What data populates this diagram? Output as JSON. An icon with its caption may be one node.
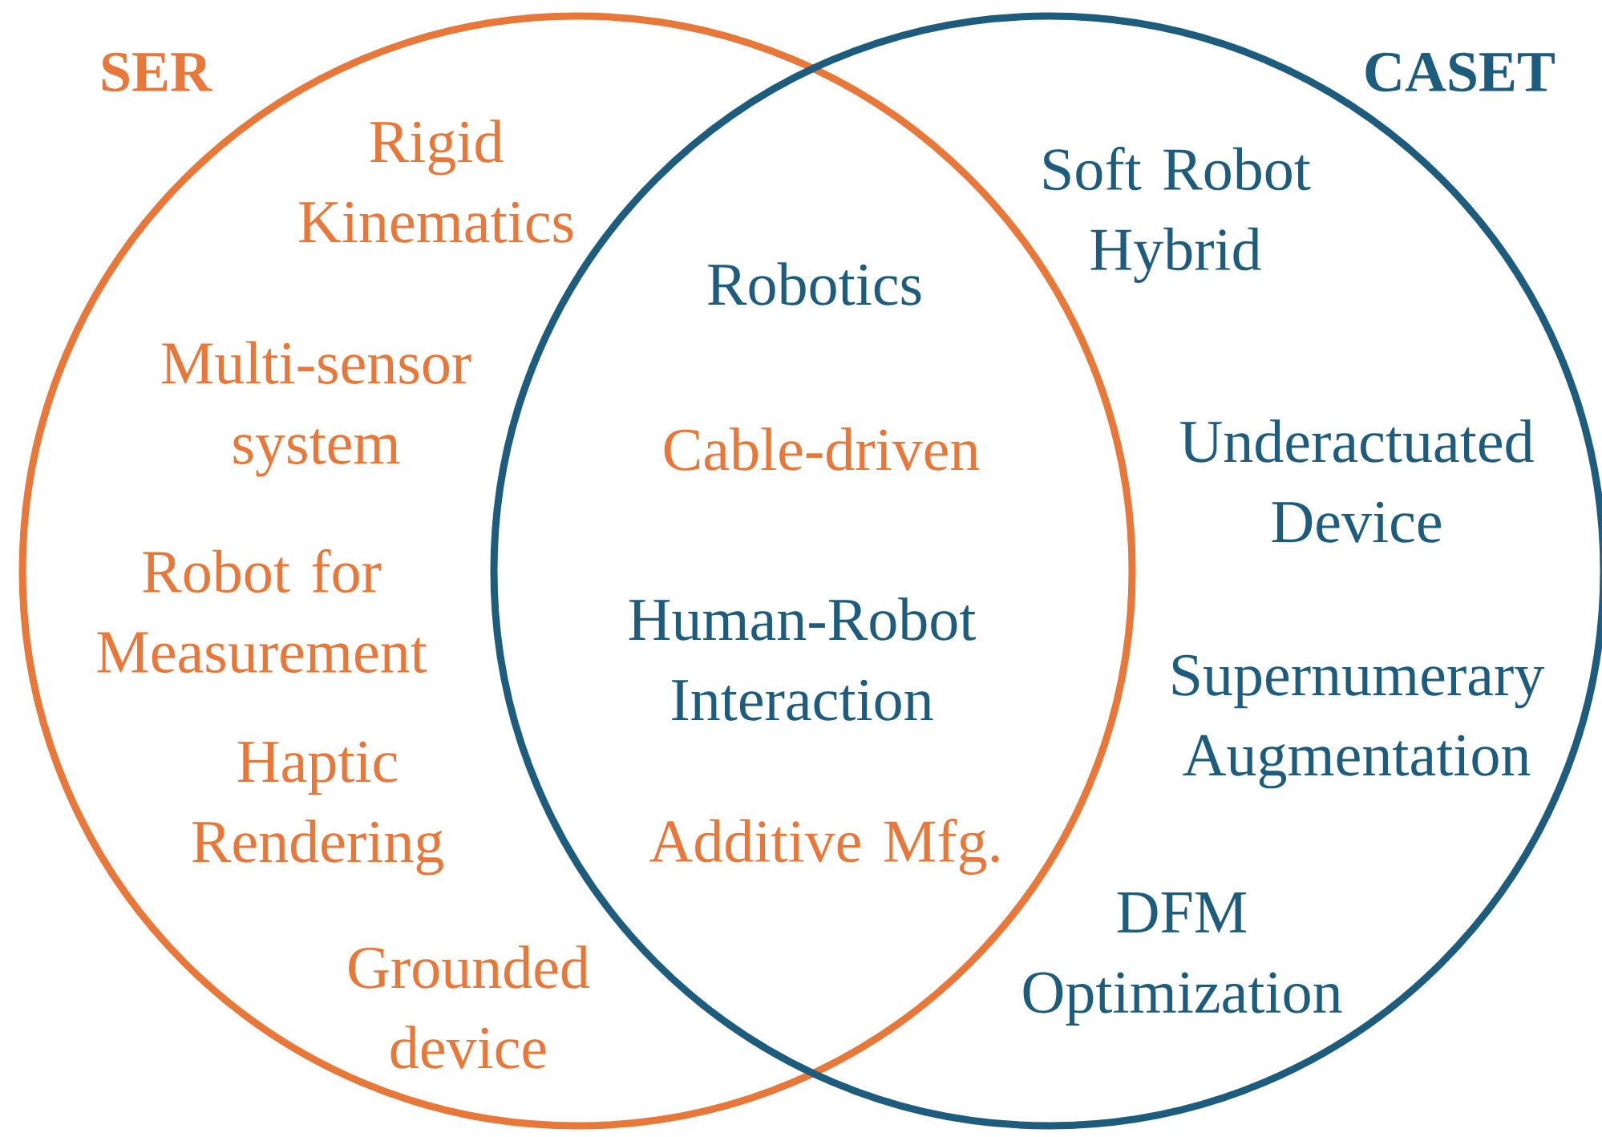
{
  "diagram": {
    "nodes": [
      {
        "text": [
          "SER"
        ]
      },
      {
        "text": [
          "CASET"
        ]
      }
    ],
    "labels": [
      "Rigid Kinematics",
      "Multi-sensor system",
      "Robot for Measurement",
      "Haptic Rendering",
      "Grounded device",
      "Robotics",
      "Cable-driven",
      "Human-Robot Interaction",
      "Additive Mfg.",
      "Soft Robot Hybrid",
      "Underactuated Device",
      "Supernumerary Augmentation",
      "DFM Optimization"
    ]
  }
}
